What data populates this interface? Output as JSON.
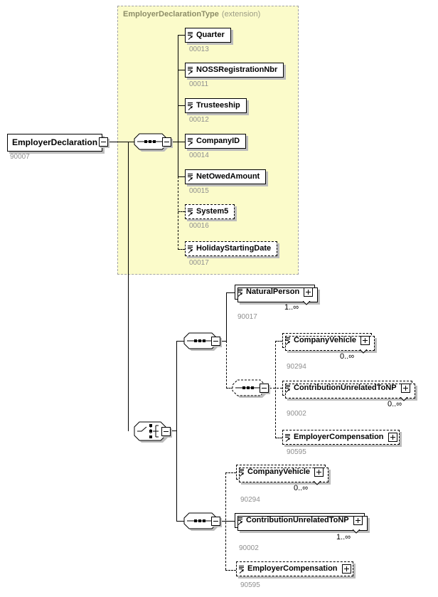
{
  "panel": {
    "title": "EmployerDeclarationType",
    "suffix": "(extension)"
  },
  "root": {
    "label": "EmployerDeclaration",
    "id": "90007"
  },
  "elements": {
    "quarter": {
      "label": "Quarter",
      "id": "00013"
    },
    "noss": {
      "label": "NOSSRegistrationNbr",
      "id": "00011"
    },
    "trusteeship": {
      "label": "Trusteeship",
      "id": "00012"
    },
    "companyId": {
      "label": "CompanyID",
      "id": "00014"
    },
    "netOwed": {
      "label": "NetOwedAmount",
      "id": "00015"
    },
    "system5": {
      "label": "System5",
      "id": "00016"
    },
    "holiday": {
      "label": "HolidayStartingDate",
      "id": "00017"
    },
    "naturalPerson": {
      "label": "NaturalPerson",
      "id": "90017",
      "cardinality": "1..∞"
    },
    "companyVehicleMid": {
      "label": "CompanyVehicle",
      "id": "90294",
      "cardinality": "0..∞"
    },
    "contributionMid": {
      "label": "ContributionUnrelatedToNP",
      "id": "90002",
      "cardinality": "0..∞"
    },
    "employerCompMid": {
      "label": "EmployerCompensation",
      "id": "90595"
    },
    "companyVehicleBot": {
      "label": "CompanyVehicle",
      "id": "90294",
      "cardinality": "0..∞"
    },
    "contributionBot": {
      "label": "ContributionUnrelatedToNP",
      "id": "90002",
      "cardinality": "1..∞"
    },
    "employerCompBot": {
      "label": "EmployerCompensation",
      "id": "90595"
    }
  },
  "colors": {
    "panel_bg": "#fbfbca",
    "shadow": "#bcbcbc",
    "id_text": "#8f8f8f",
    "panel_title": "#8d8d68"
  }
}
